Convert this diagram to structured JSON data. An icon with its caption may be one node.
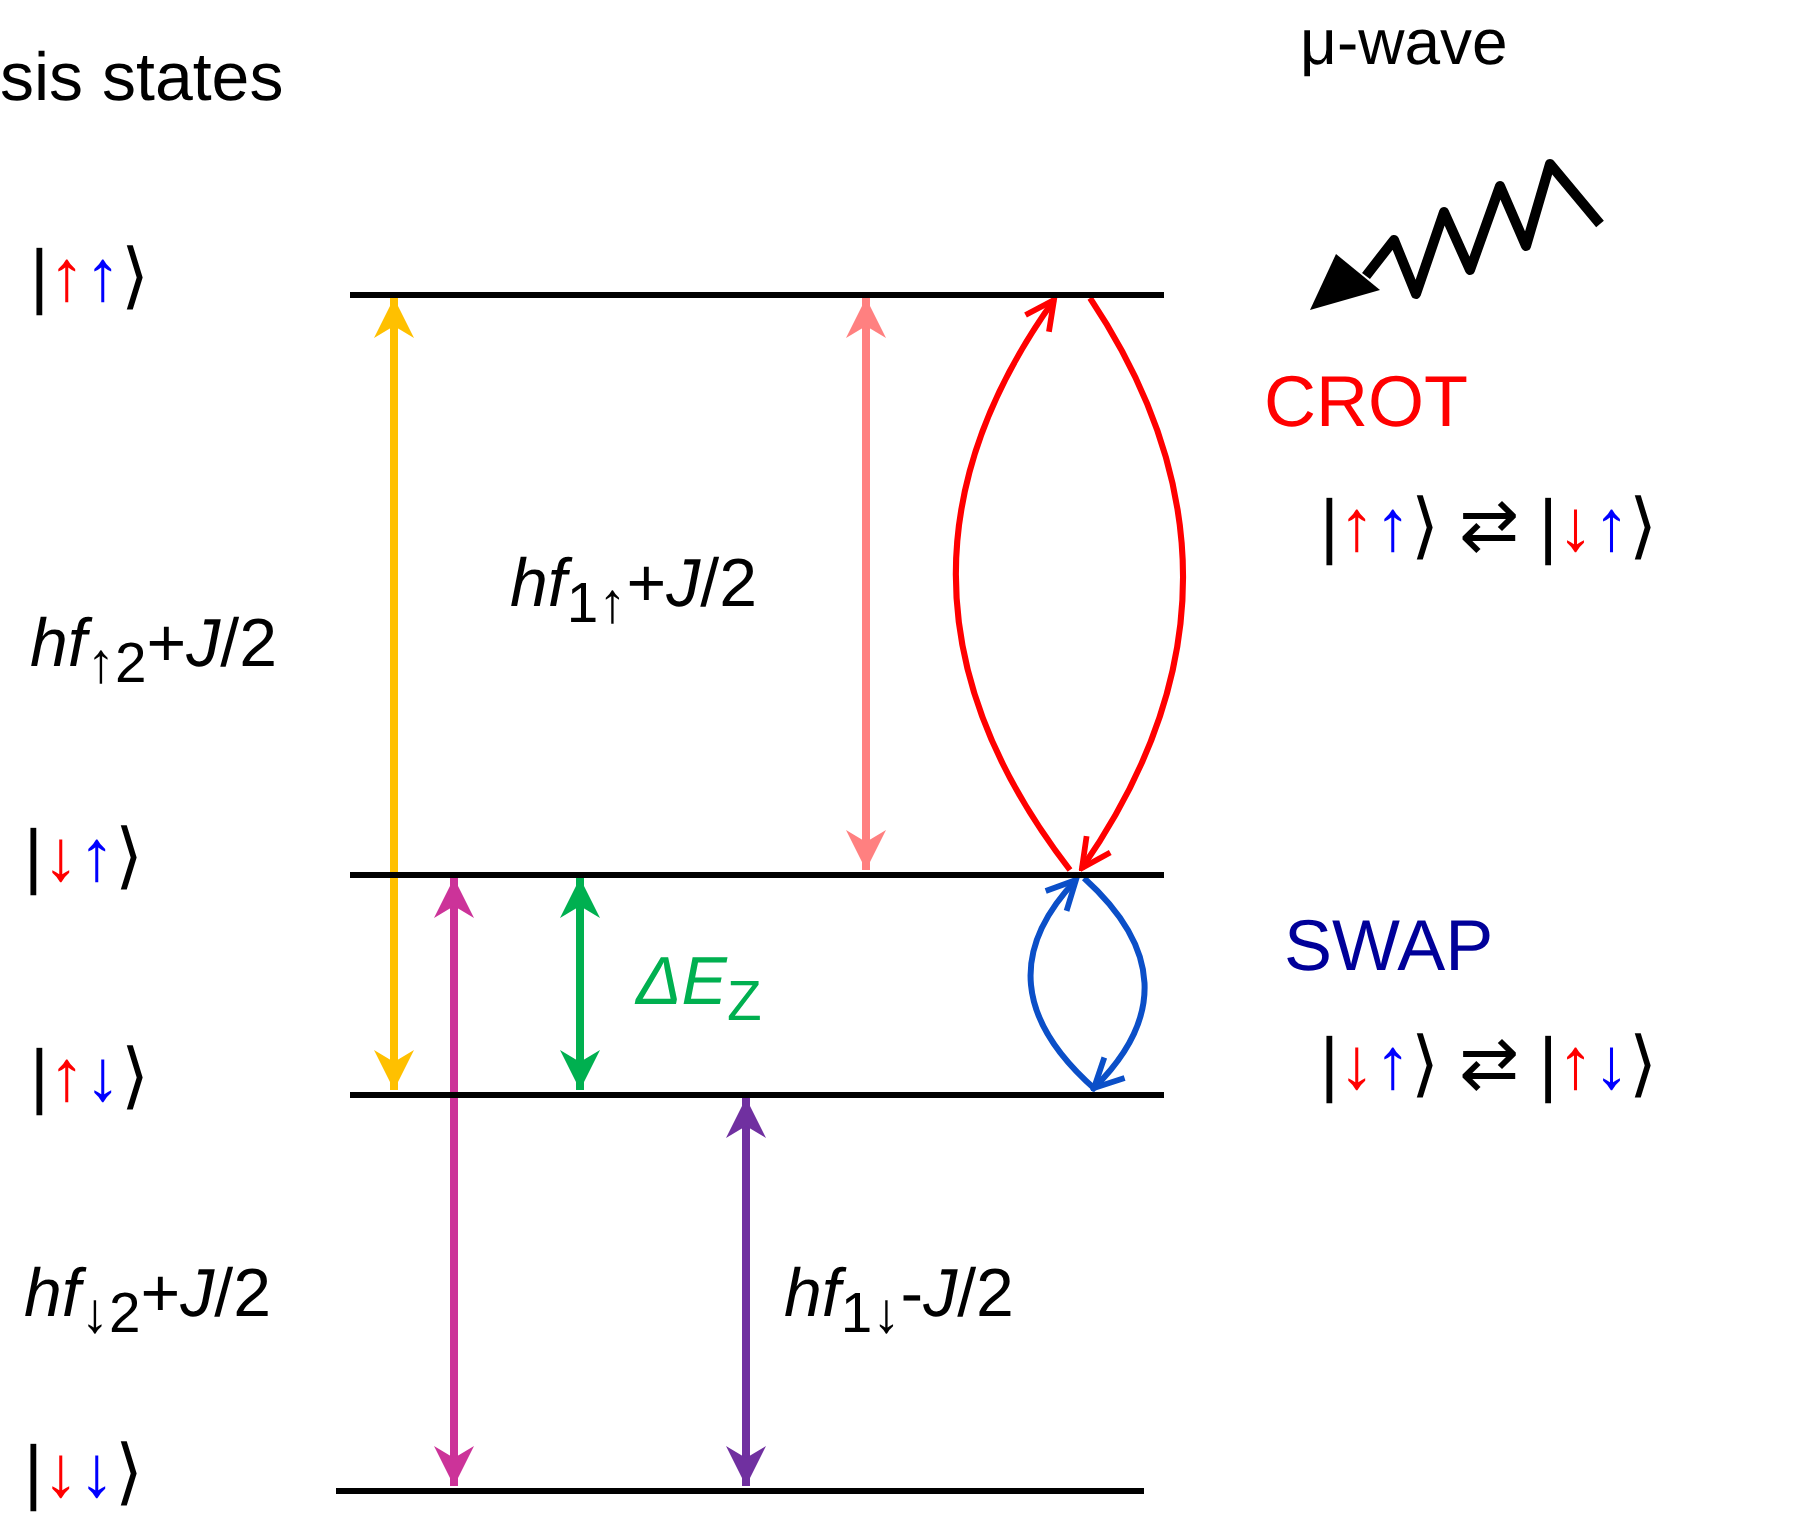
{
  "diagram": {
    "nodes": [
      {
        "text": [],
        "shape": "bar",
        "beside": [
          "|↑↑⟩"
        ]
      },
      {
        "text": [],
        "shape": "bar",
        "beside": [
          "|↓↑⟩"
        ]
      },
      {
        "text": [],
        "shape": "bar",
        "beside": [
          "|↑↓⟩"
        ]
      },
      {
        "text": [],
        "shape": "bar",
        "beside": [
          "|↓↓⟩"
        ]
      }
    ],
    "edges": [
      {
        "from": 2,
        "to": 0,
        "arrow": "both",
        "label": "*hf*$_{↑2}$+*J*/2",
        "color": "#ffc000"
      },
      {
        "from": 1,
        "to": 0,
        "arrow": "both",
        "label": "*hf*$_{1↑}$+*J*/2",
        "color": "#ff8080"
      },
      {
        "from": 1,
        "to": 0,
        "arrow": "to",
        "color": "#ff0000"
      },
      {
        "from": 0,
        "to": 1,
        "arrow": "to",
        "color": "#ff0000"
      },
      {
        "from": 3,
        "to": 1,
        "arrow": "both",
        "label": "*hf*$_{↓2}$+*J*/2",
        "color": "#cc3399"
      },
      {
        "from": 2,
        "to": 1,
        "arrow": "both",
        "label": "*ΔE*$_{Z}$",
        "color": "#00b050"
      },
      {
        "from": 3,
        "to": 2,
        "arrow": "both",
        "label": "*hf*$_{1↓}$-*J*/2",
        "color": "#7030a0"
      },
      {
        "from": 2,
        "to": 1,
        "arrow": "to",
        "color": "#0b4fc8"
      },
      {
        "from": 1,
        "to": 2,
        "arrow": "to",
        "color": "#0b4fc8"
      }
    ],
    "labels": [
      "sis states",
      "μ-wave",
      "CROT",
      "|↑↑⟩ ⇄ |↓↑⟩",
      "SWAP",
      "|↓↑⟩ ⇄ |↑↓⟩"
    ]
  }
}
